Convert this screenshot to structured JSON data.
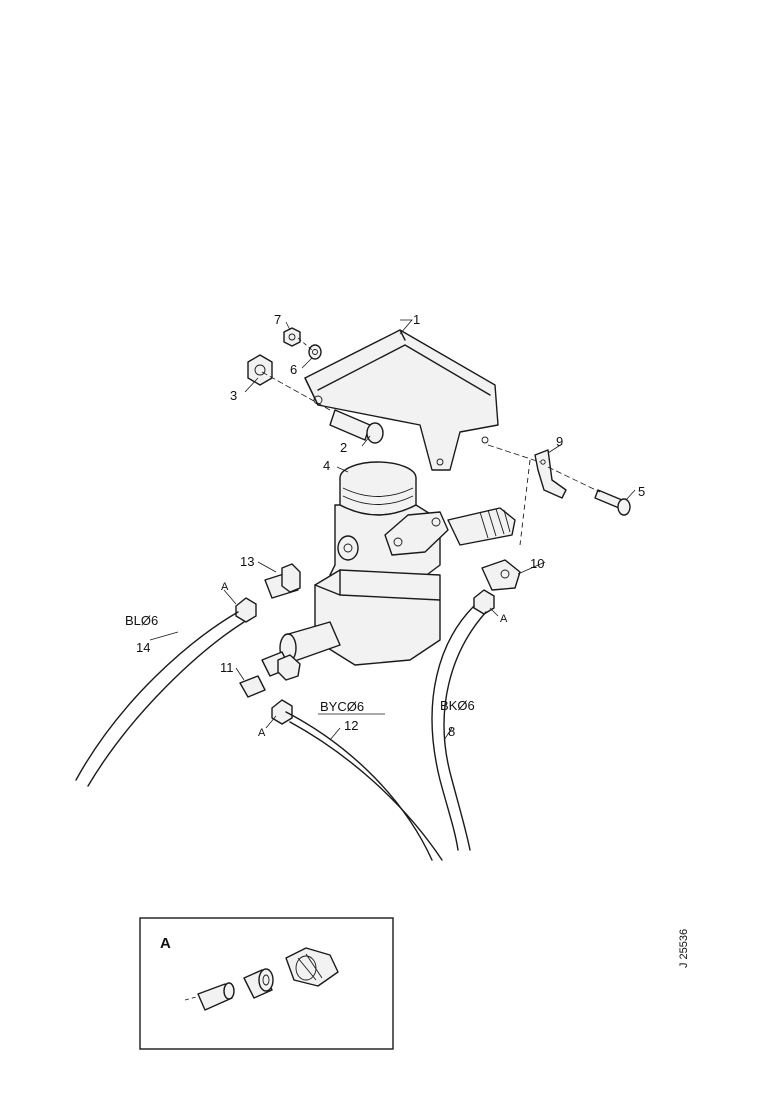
{
  "callouts": {
    "c1": "1",
    "c2": "2",
    "c3": "3",
    "c4": "4",
    "c5": "5",
    "c6": "6",
    "c7": "7",
    "c8": "8",
    "c9": "9",
    "c10": "10",
    "c11": "11",
    "c12": "12",
    "c13": "13",
    "c14": "14"
  },
  "pipes": {
    "bl": "BLØ6",
    "byc": "BYCØ6",
    "bk": "BKØ6"
  },
  "connector_labels": {
    "a_left": "A",
    "a_right": "A",
    "a_bottom": "A"
  },
  "detail": {
    "title": "A"
  },
  "reference_number": "J 25536"
}
